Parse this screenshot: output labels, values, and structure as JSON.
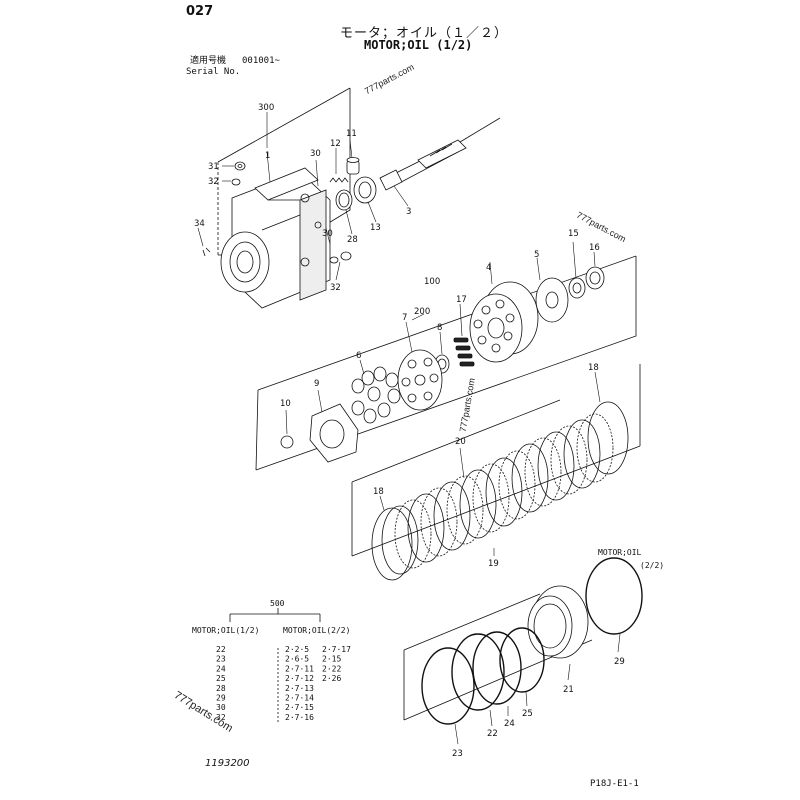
{
  "header": {
    "page_number": "027",
    "title_jp": "モータ；オイル（１／２）",
    "title_en": "MOTOR;OIL (1/2)"
  },
  "serial": {
    "label_jp": "適用号機",
    "range": "001001~",
    "label_en": "Serial No."
  },
  "callouts": {
    "c300": "300",
    "c1": "1",
    "c11": "11",
    "c12": "12",
    "c30a": "30",
    "c31": "31",
    "c32a": "32",
    "c34": "34",
    "c3": "3",
    "c13": "13",
    "c28": "28",
    "c30b": "30",
    "c32b": "32",
    "c100": "100",
    "c4": "4",
    "c5": "5",
    "c15": "15",
    "c16": "16",
    "c200": "200",
    "c7": "7",
    "c8": "8",
    "c17": "17",
    "c6": "6",
    "c9": "9",
    "c10": "10",
    "c18a": "18",
    "c18b": "18",
    "c20": "20",
    "c19": "19",
    "c29": "29",
    "c21": "21",
    "c22": "22",
    "c23": "23",
    "c24": "24",
    "c25": "25"
  },
  "motor_oil_ref": {
    "label": "MOTOR;OIL",
    "sub": "(2/2)"
  },
  "kit_table": {
    "kit_no": "500",
    "col1_header": "MOTOR;OIL(1/2)",
    "col2_header": "MOTOR;OIL(2/2)",
    "col1_items": [
      "22",
      "23",
      "24",
      "25",
      "28",
      "29",
      "30",
      "32"
    ],
    "col2_items": [
      "2·2·5",
      "2·6·5",
      "2·7·11",
      "2·7·12",
      "2·7·13",
      "2·7·14",
      "2·7·15",
      "2·7·16"
    ],
    "col3_items": [
      "2·7·17",
      "2·15",
      "2·22",
      "2·26"
    ]
  },
  "watermarks": [
    "777parts.com",
    "777parts.com",
    "777parts.com",
    "777parts.com"
  ],
  "footer": {
    "doc_number": "1193200",
    "page_code": "P18J-E1-1"
  }
}
